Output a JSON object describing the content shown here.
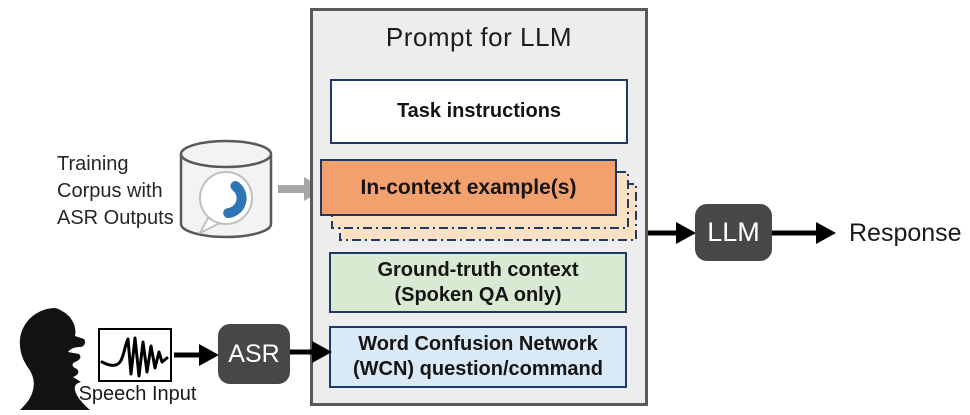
{
  "figure": {
    "title": "Prompt for LLM",
    "training_corpus_label": "Training Corpus with ASR Outputs",
    "speech_input_label": "Speech Input",
    "asr_label": "ASR",
    "llm_label": "LLM",
    "response_label": "Response",
    "prompt_sections": {
      "task": "Task instructions",
      "in_context": "In-context example(s)",
      "ground_truth": {
        "line1": "Ground-truth context",
        "line2": "(Spoken QA only)"
      },
      "wcn": {
        "line1": "Word Confusion Network",
        "line2": "(WCN) question/command"
      }
    },
    "icons": {
      "database_icon": "cylinder-datastore",
      "phone_bubble_icon": "speech-bubble-with-blue-phone-handset",
      "speaking_head_icon": "human-head-profile-silhouette",
      "waveform_icon": "audio-waveform",
      "arrow_icon": "right-arrow"
    },
    "colors": {
      "prompt_box_bg": "#EDEDED",
      "prompt_box_border": "#595959",
      "section_border": "#1F3864",
      "task_bg": "#FFFFFF",
      "in_context_bg": "#F2A16E",
      "in_context_ghost_bg": "#FBE1C4",
      "ground_truth_bg": "#D9EAD3",
      "wcn_bg": "#DAE9F6",
      "model_box_bg": "#474747",
      "model_box_text": "#FFFFFF",
      "gray_arrow": "#A6A6A6",
      "black_arrow": "#000000",
      "phone_blue": "#2E75B6"
    }
  }
}
